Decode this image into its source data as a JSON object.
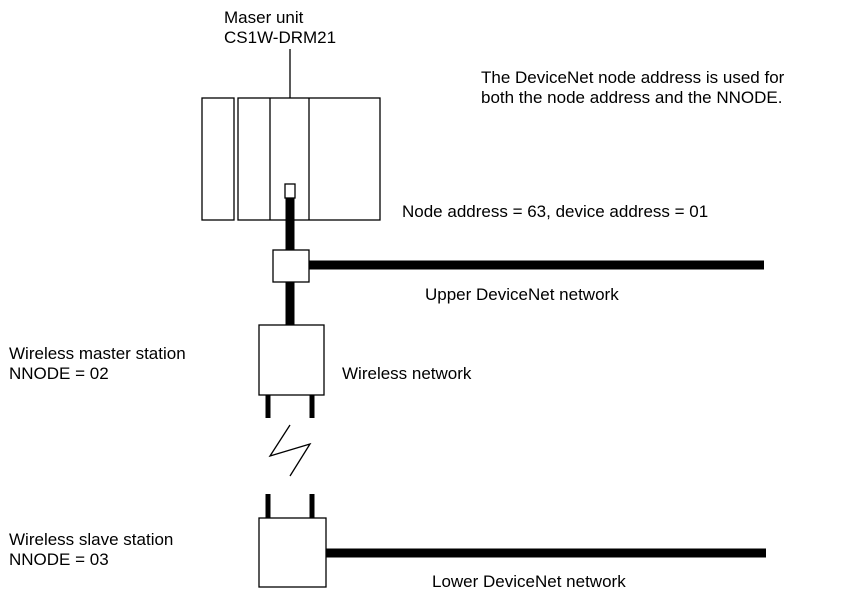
{
  "master_unit": {
    "line1": "Maser unit",
    "line2": "CS1W-DRM21"
  },
  "note": {
    "line1": "The DeviceNet node address is used for",
    "line2": "both the node address and the NNODE."
  },
  "node_address_label": "Node address = 63, device address = 01",
  "upper_network_label": "Upper DeviceNet network",
  "wireless_master": {
    "line1": "Wireless master station",
    "line2": "NNODE = 02"
  },
  "wireless_network_label": "Wireless network",
  "wireless_slave": {
    "line1": "Wireless slave station",
    "line2": "NNODE = 03"
  },
  "lower_network_label": "Lower DeviceNet network",
  "colors": {
    "line": "#000000",
    "background": "#ffffff"
  }
}
